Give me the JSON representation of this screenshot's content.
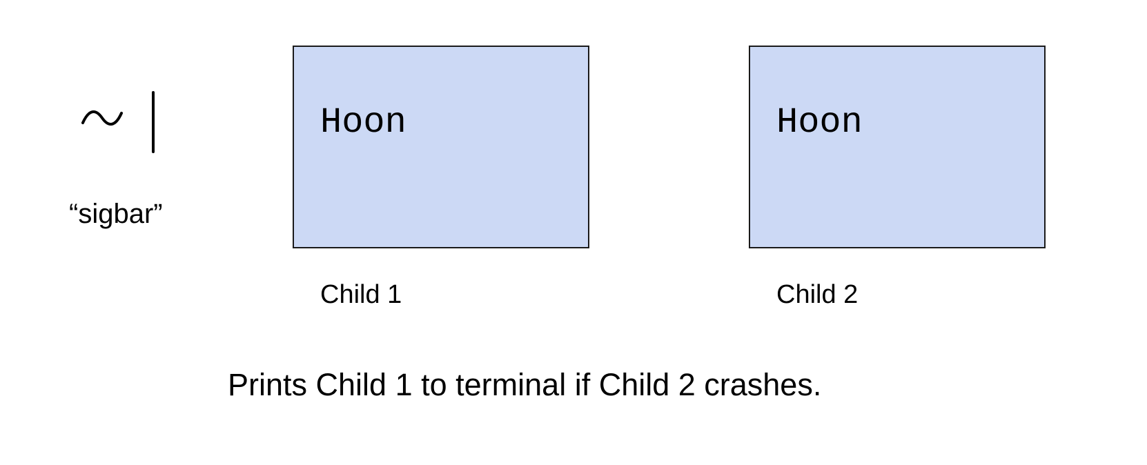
{
  "rune": {
    "glyph_name": "sig-bar-rune-icon",
    "name_label": "“sigbar”"
  },
  "children": [
    {
      "code": "Hoon",
      "label": "Child 1",
      "fill_color": "#ccd9f5"
    },
    {
      "code": "Hoon",
      "label": "Child 2",
      "fill_color": "#ccd9f5"
    }
  ],
  "caption": "Prints Child 1 to terminal if Child 2 crashes."
}
